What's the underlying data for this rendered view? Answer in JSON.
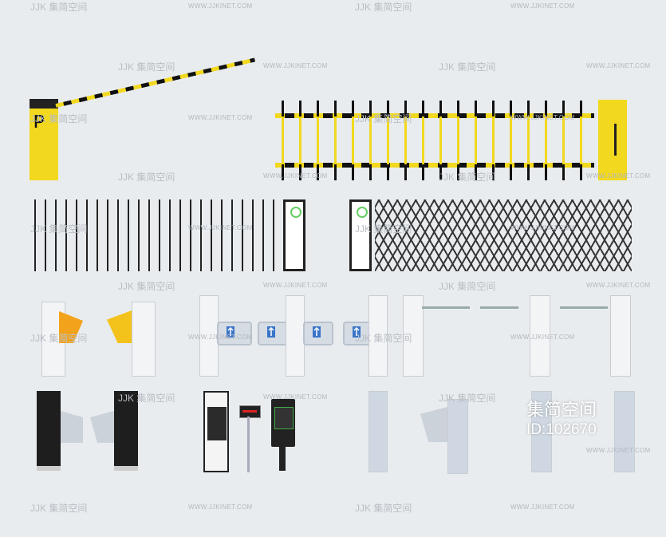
{
  "watermark": {
    "brand": "JJK 集简空间",
    "url": "WWW.JJKINET.COM"
  },
  "stamp": {
    "name": "集简空间",
    "id": "ID:102670"
  },
  "products": [
    "barrier-gate-straight-arm",
    "fence-barrier-gate",
    "retractable-gate-left",
    "retractable-gate-right",
    "flap-turnstile-yellow",
    "swing-gate",
    "tripod-turnstile",
    "flap-turnstile-black",
    "parking-terminals",
    "flap-turnstile-glass"
  ],
  "colors": {
    "background": "#e9ecef",
    "yellow": "#f2d81e",
    "black": "#222222",
    "blue": "#3a74c8"
  }
}
